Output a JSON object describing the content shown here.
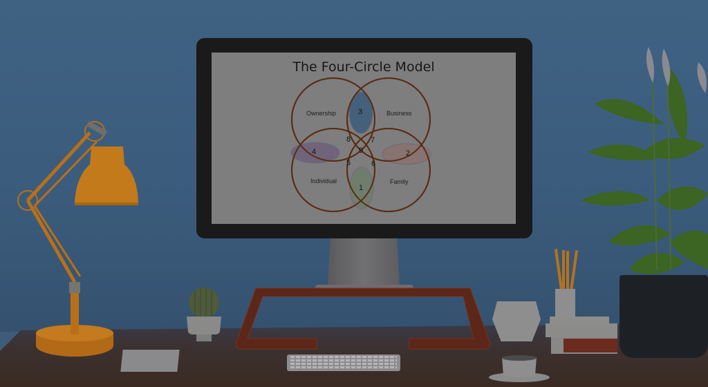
{
  "scene": {
    "description": "Desk workspace with monitor displaying a Four-Circle Model Venn diagram",
    "colors": {
      "wall": "#3f6283",
      "desk": "#3a2a22",
      "lamp": "#c07a1c",
      "riser": "#6b2a1c",
      "plant": "#3f6a22",
      "monitor_bezel": "#1b1a1a",
      "screen_bg": "#7e7e7e"
    }
  },
  "monitor": {
    "screen": {
      "title": "The Four-Circle Model",
      "circles": [
        {
          "label": "Ownership"
        },
        {
          "label": "Business"
        },
        {
          "label": "Individual"
        },
        {
          "label": "Family"
        }
      ],
      "regions": {
        "r1": "1",
        "r2": "2",
        "r3": "3",
        "r4": "4",
        "r5": "5",
        "r6": "6",
        "r7": "7",
        "r8": "8",
        "r9": "9"
      },
      "colors": {
        "circle_stroke": "#5a2c14",
        "region1_fill": "#707d6c",
        "region2_fill": "#87736f",
        "region3_fill": "#45607a",
        "region4_fill": "#6f6479"
      }
    }
  }
}
